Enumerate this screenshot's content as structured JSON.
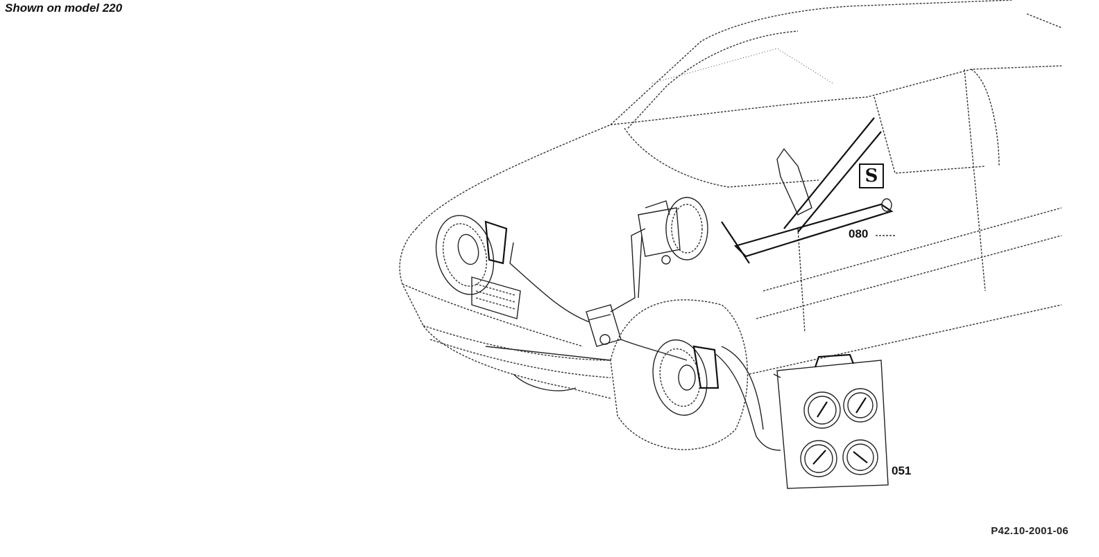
{
  "caption": "Shown on model 220",
  "figure_id": "P42.10-2001-06",
  "callouts": {
    "tool_080": "080",
    "tool_051": "051"
  },
  "service_symbol": "S"
}
